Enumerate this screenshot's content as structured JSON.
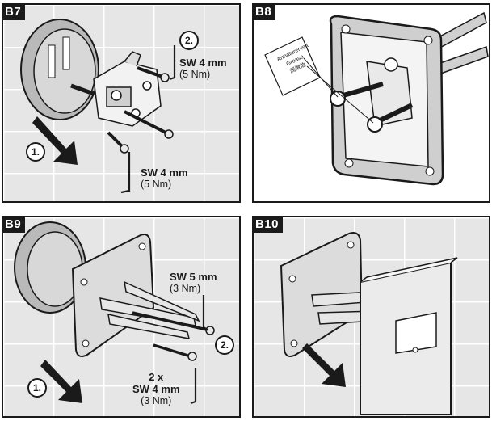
{
  "panels": {
    "b7": {
      "tag": "B7",
      "step1": "1.",
      "step2": "2.",
      "label_top_size": "SW 4 mm",
      "label_top_torque": "(5 Nm)",
      "label_bottom_size": "SW 4 mm",
      "label_bottom_torque": "(5 Nm)"
    },
    "b8": {
      "tag": "B8",
      "grease_label": [
        "Armaturenfett",
        "Grease",
        "润滑油"
      ]
    },
    "b9": {
      "tag": "B9",
      "step1": "1.",
      "step2": "2.",
      "label_top_size": "SW 5 mm",
      "label_top_torque": "(3 Nm)",
      "label_bottom_qty": "2 x",
      "label_bottom_size": "SW 4 mm",
      "label_bottom_torque": "(3 Nm)"
    },
    "b10": {
      "tag": "B10"
    }
  },
  "icons": {
    "arrow": "push-arrow-icon",
    "allen_key": "allen-key-icon",
    "screw": "screw-icon",
    "valve_body": "valve-body-icon",
    "mounting_plate": "mounting-plate-icon",
    "cover_plate": "cover-plate-icon",
    "wall_box": "wall-box-icon"
  }
}
